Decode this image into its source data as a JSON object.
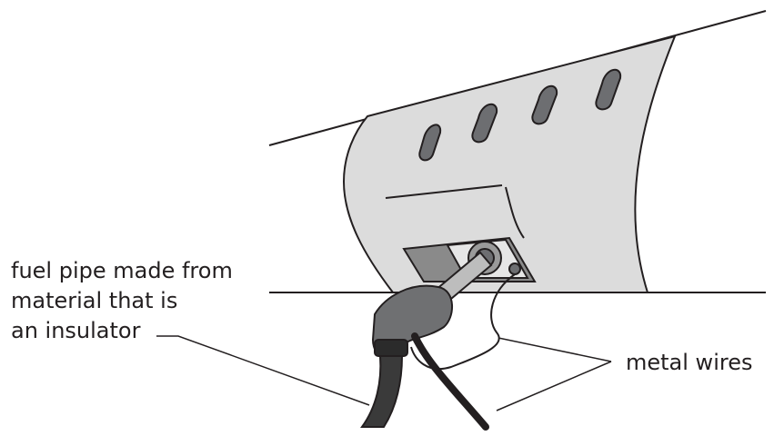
{
  "labels": {
    "fuel_pipe": [
      "fuel pipe made from",
      "material that is",
      "an insulator"
    ],
    "metal_wires": "metal wires"
  },
  "colors": {
    "outline": "#231f20",
    "wing_fill": "#dcdcdc",
    "vent": "#6d6e71",
    "panel_dark": "#8a8a8a",
    "nozzle": "#6f7072",
    "hose": "#3a3a3a",
    "pipe_light": "#bdbdbd"
  }
}
